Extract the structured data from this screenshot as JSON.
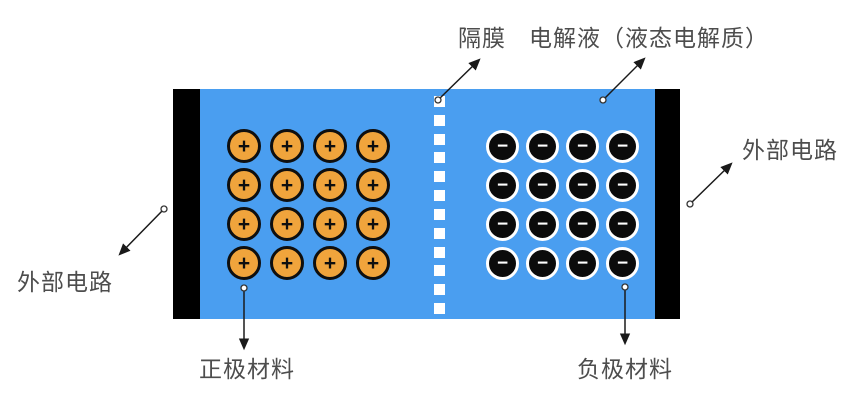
{
  "labels": {
    "separator": "隔膜",
    "electrolyte": "电解液（液态电解质）",
    "external_circuit_right": "外部电路",
    "external_circuit_left": "外部电路",
    "positive_material": "正极材料",
    "negative_material": "负极材料"
  },
  "ions": {
    "positive": {
      "symbol": "+",
      "rows": 4,
      "cols": 4,
      "fill": "#F0A43C",
      "stroke": "#0F0F0F"
    },
    "negative": {
      "symbol": "−",
      "rows": 4,
      "cols": 4,
      "fill": "#0B0B0B",
      "stroke": "#FFFFFF"
    }
  },
  "separator": {
    "dash_count": 12,
    "dash_color": "#FFFFFF"
  },
  "colors": {
    "electrolyte_blue": "#4A9EF0",
    "electrode_black": "#000000",
    "label_gray": "#4D4D4D",
    "background": "#FFFFFF",
    "arrow_color": "#1A1A1A"
  }
}
